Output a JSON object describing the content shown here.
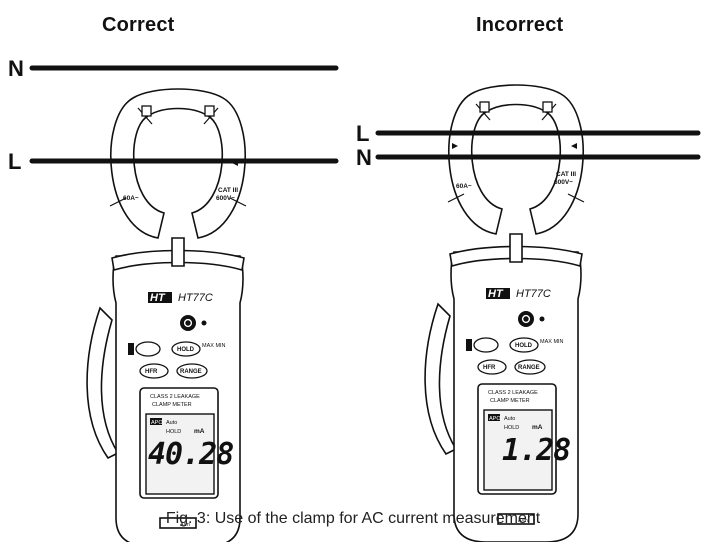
{
  "headings": {
    "correct": "Correct",
    "incorrect": "Incorrect"
  },
  "caption": "Fig. 3: Use of the clamp for AC current measurement",
  "wires": {
    "neutral": "N",
    "line": "L"
  },
  "meter": {
    "brand": "HT",
    "model": "HT77C",
    "range_label": "60A~",
    "cat_rating": "CAT III",
    "voltage_rating": "600V~",
    "buttons": {
      "hold": "HOLD",
      "maxmin": "MAX MIN",
      "hfr": "HFR",
      "range": "RANGE"
    },
    "panel_title_1": "CLASS 2 LEAKAGE",
    "panel_title_2": "CLAMP METER",
    "lcd_apo": "APO",
    "lcd_auto": "Auto",
    "lcd_hold": "HOLD",
    "lcd_unit": "mA",
    "footer": "A/m"
  },
  "readings": {
    "correct": "40.28",
    "incorrect": "1.28"
  }
}
